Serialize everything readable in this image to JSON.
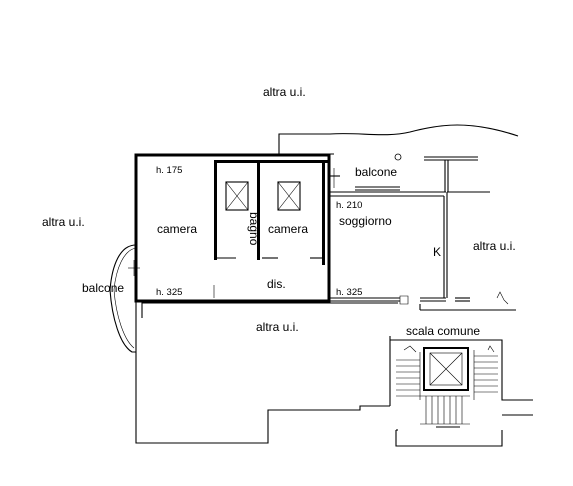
{
  "labels": {
    "altra_top": "altra u.i.",
    "altra_left": "altra u.i.",
    "altra_right": "altra u.i.",
    "altra_bottom": "altra u.i.",
    "balcone_top": "balcone",
    "balcone_left": "balcone",
    "camera_1": "camera",
    "camera_2": "camera",
    "bagno": "bagno",
    "soggiorno": "soggiorno",
    "dis": "dis.",
    "kitchen": "K",
    "scala": "scala comune",
    "h175": "h. 175",
    "h210": "h. 210",
    "h325_left": "h. 325",
    "h325_right": "h. 325"
  }
}
